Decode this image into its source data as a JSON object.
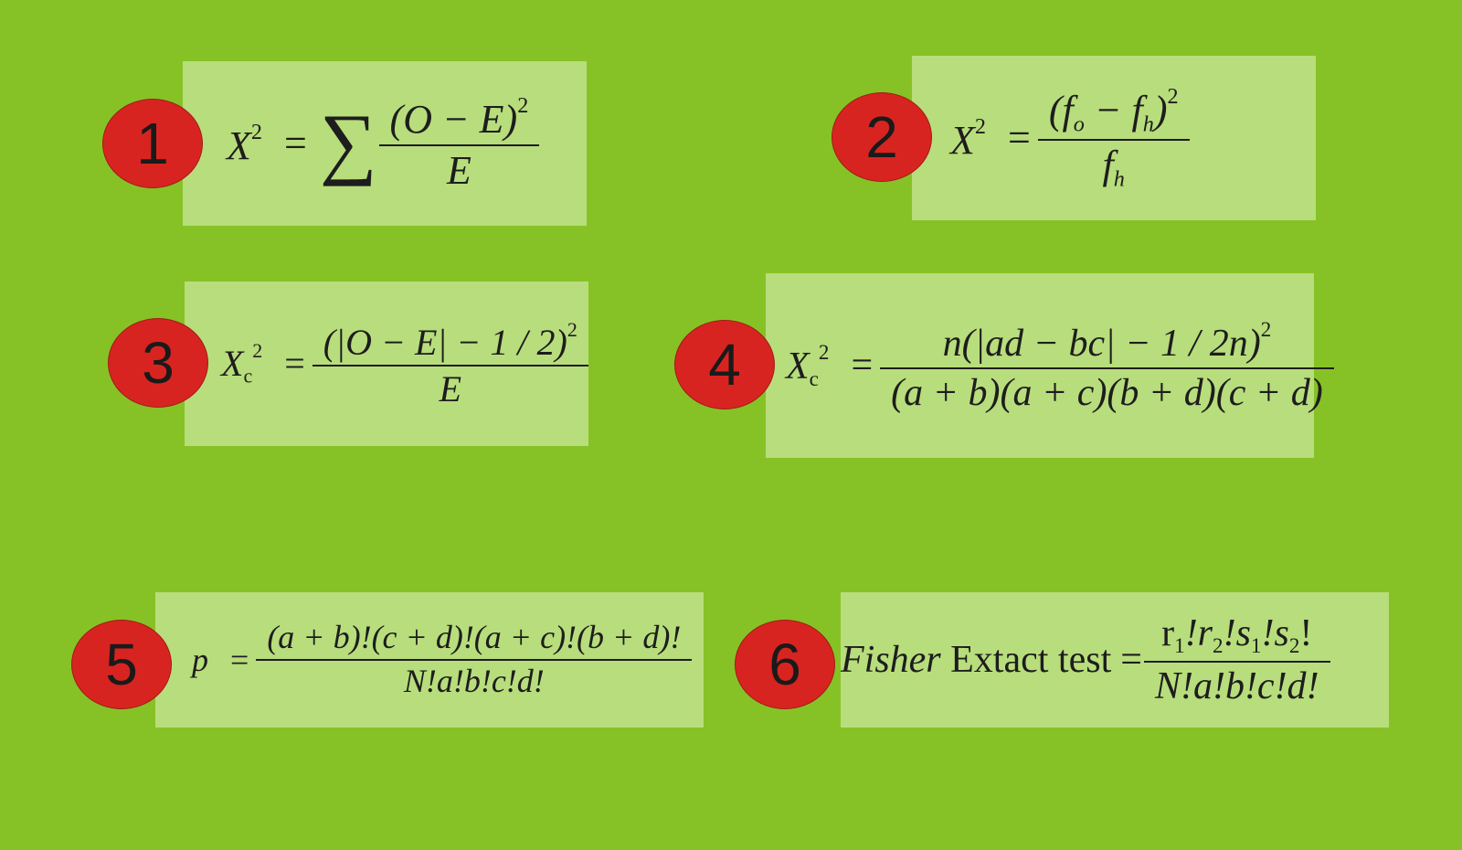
{
  "badges": [
    "1",
    "2",
    "3",
    "4",
    "5",
    "6"
  ],
  "formulas": {
    "f1": {
      "lhs": "X",
      "lhs_sup": "2",
      "eq": "=",
      "sum": "∑",
      "num": "(O − E)",
      "num_sup": "2",
      "den": "E"
    },
    "f2": {
      "lhs": "X",
      "lhs_sup": "2",
      "eq": "=",
      "num_a": "(f",
      "num_a_sub": "o",
      "num_minus": " − f",
      "num_b_sub": "h",
      "num_close": ")",
      "num_sup": "2",
      "den": "f",
      "den_sub": "h"
    },
    "f3": {
      "lhs": "X",
      "lhs_sub": "c",
      "lhs_sup": "2",
      "eq": "=",
      "num": "(|O − E| − 1 / 2)",
      "num_sup": "2",
      "den": "E"
    },
    "f4": {
      "lhs": "X",
      "lhs_sub": "c",
      "lhs_sup": "2",
      "eq": "=",
      "num": "n(|ad − bc| − 1 / 2n)",
      "num_sup": "2",
      "den": "(a + b)(a + c)(b + d)(c + d)"
    },
    "f5": {
      "lhs": "p",
      "eq": "=",
      "num": "(a + b)!(c + d)!(a + c)!(b + d)!",
      "den": "N!a!b!c!d!"
    },
    "f6": {
      "lhs_italic": "Fisher",
      "lhs_text": " Extact test",
      "eq": "=",
      "num_r1": "r",
      "num_r1_sub": "1",
      "num_r2": "!r",
      "num_r2_sub": "2",
      "num_s1": "!s",
      "num_s1_sub": "1",
      "num_s2": "!s",
      "num_s2_sub": "2",
      "num_end": "!",
      "den": "N!a!b!c!d!"
    }
  },
  "colors": {
    "background": "#86c226",
    "box": "#b8dd7c",
    "badge": "#d82420",
    "text": "#1d1d1d"
  }
}
